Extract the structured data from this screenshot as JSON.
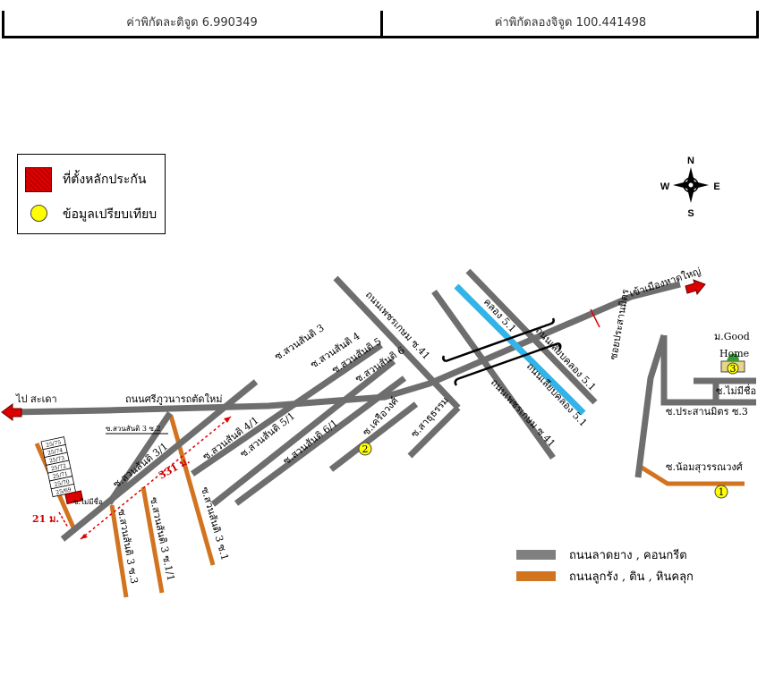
{
  "coords": {
    "latitude_label": "ค่าพิกัดละติจูด 6.990349",
    "longitude_label": "ค่าพิกัดลองจิจูด 100.441498"
  },
  "legend": {
    "collateral": "ที่ตั้งหลักประกัน",
    "comparison": "ข้อมูลเปรียบเทียบ"
  },
  "road_legend": {
    "paved": "ถนนลาดยาง , คอนกรีต",
    "gravel": "ถนนลูกรัง , ดิน , หินคลุก"
  },
  "compass": {
    "n": "N",
    "s": "S",
    "e": "E",
    "w": "W"
  },
  "colors": {
    "paved": "#6e6e6e",
    "gravel": "#d2741f",
    "canal": "#33b3e6",
    "collateral": "#dd0000",
    "comparison": "#ffff00"
  },
  "labels": {
    "to_sadao": "ไป สะเดา",
    "to_hatyai": "เข้าเมืองหาดใหญ่",
    "main_road": "ถนนศรีภูวนารถตัดใหม่",
    "phetkasem_41_top": "ถนนเพชรเกษม ซ.41",
    "phetkasem_41_bot": "ถนนเพชรเกษม ซ.41",
    "canal_51": "คลอง 5.1",
    "canal_side_road_top": "ถนนเลียบคลอง 5.1",
    "canal_side_road_bot": "ถนนเลียบคลอง 5.1",
    "suansanti3": "ซ.สวนสันติ 3",
    "suansanti4": "ซ.สวนสันติ 4",
    "suansanti5": "ซ.สวนสันติ 5",
    "suansanti6": "ซ.สวนสันติ 6",
    "suansanti41": "ซ.สวนสันติ 4/1",
    "suansanti51": "ซ.สวนสันติ 5/1",
    "suansanti61": "ซ.สวนสันติ 6/1",
    "suansanti31": "ซ.สวนสันติ 3/1",
    "suansanti3_2": "ซ.สวนสันติ 3 ซ.2",
    "suansanti3_3": "ซ.สวนสันติ 3 ซ.3",
    "suansanti3_11": "ซ.สวนสันติ 3 ซ.1/1",
    "suansanti3_1": "ซ.สวนสันติ 3 ซ.1",
    "khlongmai": "ซ.เครือวงศ์",
    "satharam": "ซ.สาธุธรรม",
    "noname_left": "ซ.ไม่มีชื่อ",
    "noname_right": "ซ.ไม่มีชื่อ",
    "prasanmit": "ซอยประสานมิตร",
    "prasanmit3": "ซ.ประสานมิตร ซ.3",
    "nomsuwan": "ซ.น้อมสุวรรณวงศ์",
    "goodhome1": "ม.Good",
    "goodhome2": "Home",
    "dist_331": "331 ม.",
    "dist_21": "21 ม."
  },
  "markers": {
    "m1": "1",
    "m2": "2",
    "m3": "3"
  },
  "parcels": [
    "25/75",
    "25/74",
    "25/73",
    "25/72",
    "25/71",
    "25/70",
    "25/69"
  ]
}
